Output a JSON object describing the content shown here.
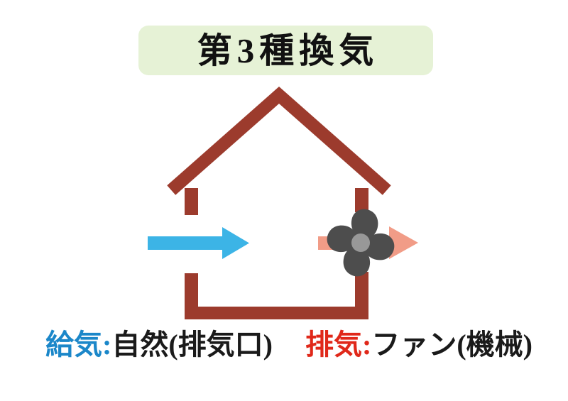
{
  "title": {
    "label": "第3種換気"
  },
  "diagram": {
    "house_icon": "house-outline",
    "supply_arrow_icon": "right-arrow-blue",
    "exhaust_arrow_icon": "right-arrow-pink",
    "fan_icon": "exhaust-fan"
  },
  "legend": {
    "supply_label": "給気:",
    "supply_value": "自然(排気口)",
    "exhaust_label": "排気:",
    "exhaust_value": "ファン(機械)"
  },
  "colors": {
    "title_bg": "#e6f2d6",
    "title_text": "#111111",
    "house": "#9c3b2d",
    "supply_arrow": "#3cb4e6",
    "exhaust_arrow": "#f19c87",
    "fan_blade": "#4d4d4d",
    "fan_hub": "#989898",
    "supply_label_color": "#1b87c9",
    "exhaust_label_color": "#e0281a",
    "legend_text": "#1a1a1a"
  }
}
